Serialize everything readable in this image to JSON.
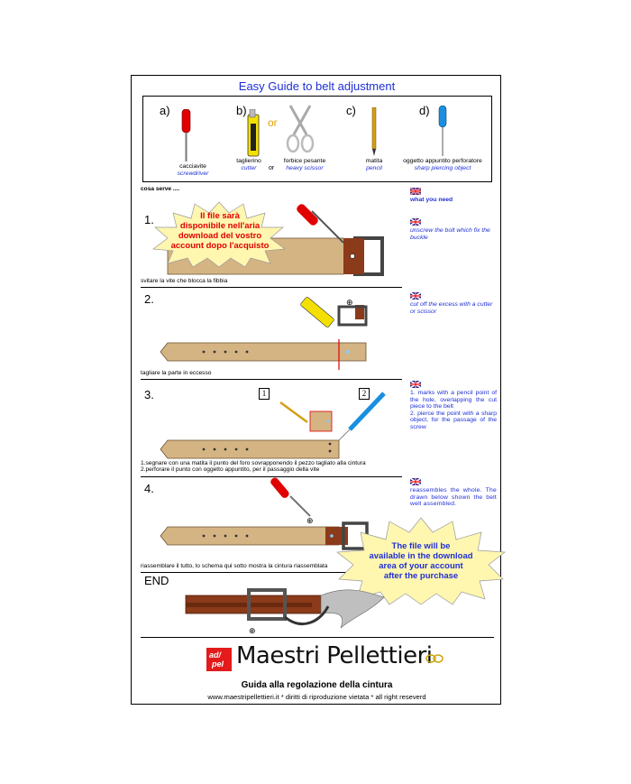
{
  "title": "Easy Guide to belt adjustment",
  "tools": [
    {
      "letter": "a)",
      "it": "cacciavite",
      "en": "screwdriver"
    },
    {
      "letter": "b)",
      "it": "taglierino",
      "en": "cutter"
    },
    {
      "letter": "",
      "it": "forbice pesante",
      "en": "heavy scissor"
    },
    {
      "letter": "c)",
      "it": "matita",
      "en": "pencil"
    },
    {
      "letter": "d)",
      "it": "oggetto appuntito perforatore",
      "en": "sharp piercing object"
    }
  ],
  "or_big": "or",
  "or_small": "or",
  "need_it": "cosa serve ....",
  "need_en": "what you need",
  "steps": [
    {
      "num": "1.",
      "it": "svitare la vite che blocca la fibbia",
      "en": "unscrew the bolt which fix the buckle"
    },
    {
      "num": "2.",
      "it": "tagliare la parte in eccesso",
      "en": "cut off the excess with a cutter or scissor"
    },
    {
      "num": "3.",
      "it": "1.segnare con una matita il punto del foro sovrapponendo il pezzo tagliato alla cintura",
      "it2": "2.perforare il punto con oggetto appuntito, per il passaggio della vite",
      "en": "1. marks with a pencil point of the hole, overlapping the cut piece to the belt",
      "en2": "2. pierce the point with a sharp object, for the passage of the screw",
      "tag1": "1",
      "tag2": "2"
    },
    {
      "num": "4.",
      "it": "riassemblare il tutto, lo schema qui sotto mostra la cintura riassemblata",
      "en": "reassembles the whole. The drawn below shown the belt well assembled."
    }
  ],
  "end": "END",
  "notice_it": [
    "Il file sarà",
    "disponibile nell'aria",
    "download del vostro",
    "account dopo l'acquisto"
  ],
  "notice_en": [
    "The file will be",
    "available in the download",
    "area of your account",
    "after the purchase"
  ],
  "brand": {
    "logo_line1": "ad/",
    "logo_line2": "pel",
    "name": "Maestri Pellettieri",
    "subtitle": "Guida alla regolazione della cintura",
    "footer": "www.maestripellettieri.it  * diritti di riproduzione vietata * all right reseverd"
  },
  "colors": {
    "blue": "#1f2fd6",
    "red": "#e00000",
    "belt": "#d4b483",
    "leather": "#8b3a1a"
  }
}
